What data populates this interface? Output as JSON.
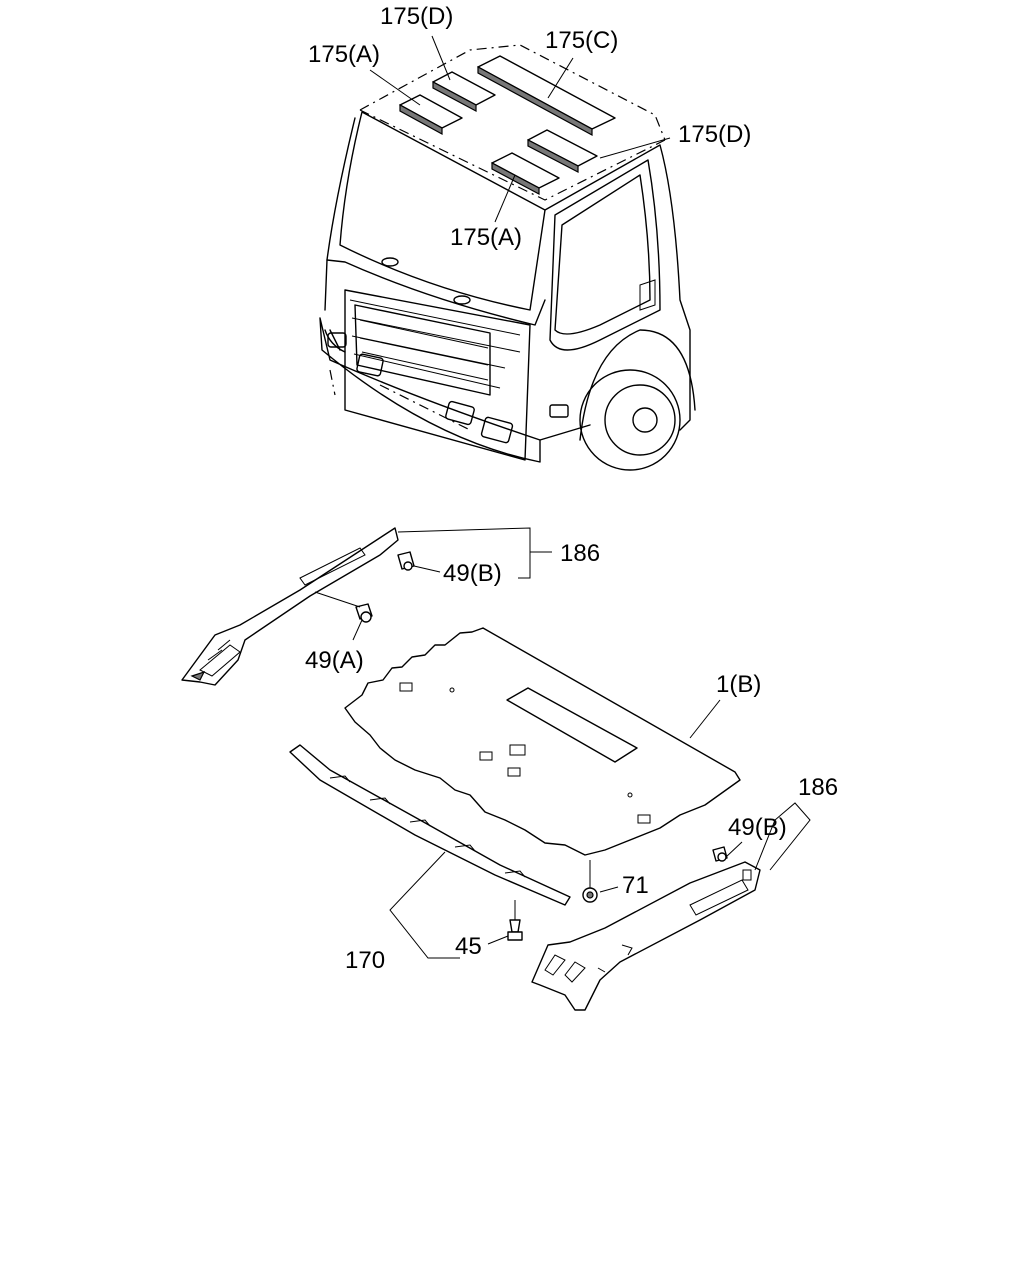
{
  "diagram": {
    "labels": {
      "roof_insulator_d_top": "175(D)",
      "roof_insulator_c": "175(C)",
      "roof_insulator_a_top": "175(A)",
      "roof_insulator_d_right": "175(D)",
      "roof_insulator_a_bottom": "175(A)",
      "pillar_trim_left": "186",
      "clip_49b_left": "49(B)",
      "clip_49a": "49(A)",
      "headlining": "1(B)",
      "pillar_trim_right": "186",
      "clip_49b_right": "49(B)",
      "clip_71": "71",
      "clip_45": "45",
      "front_trim": "170"
    }
  }
}
